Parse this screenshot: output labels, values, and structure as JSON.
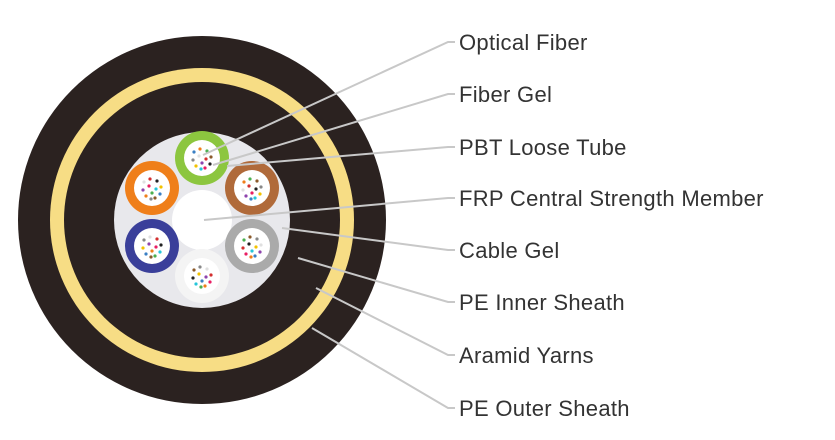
{
  "labels": [
    "Optical Fiber",
    "Fiber Gel",
    "PBT Loose Tube",
    "FRP Central Strength Member",
    "Cable Gel",
    "PE Inner Sheath",
    "Aramid Yarns",
    "PE Outer Sheath"
  ],
  "colors": {
    "outer_sheath": "#2b2220",
    "aramid_yarns": "#f7dd85",
    "inner_sheath": "#2b2220",
    "cable_gel": "#e8e8ec",
    "frp": "#ffffff",
    "tube_green": "#8cc63f",
    "tube_brown": "#b06a3a",
    "tube_gray": "#aaaaaa",
    "tube_white": "#f4f4f4",
    "tube_blue": "#3a3f9a",
    "tube_orange": "#ef7f1a",
    "leader_line": "#c8c8c8",
    "label_text": "#333333"
  }
}
